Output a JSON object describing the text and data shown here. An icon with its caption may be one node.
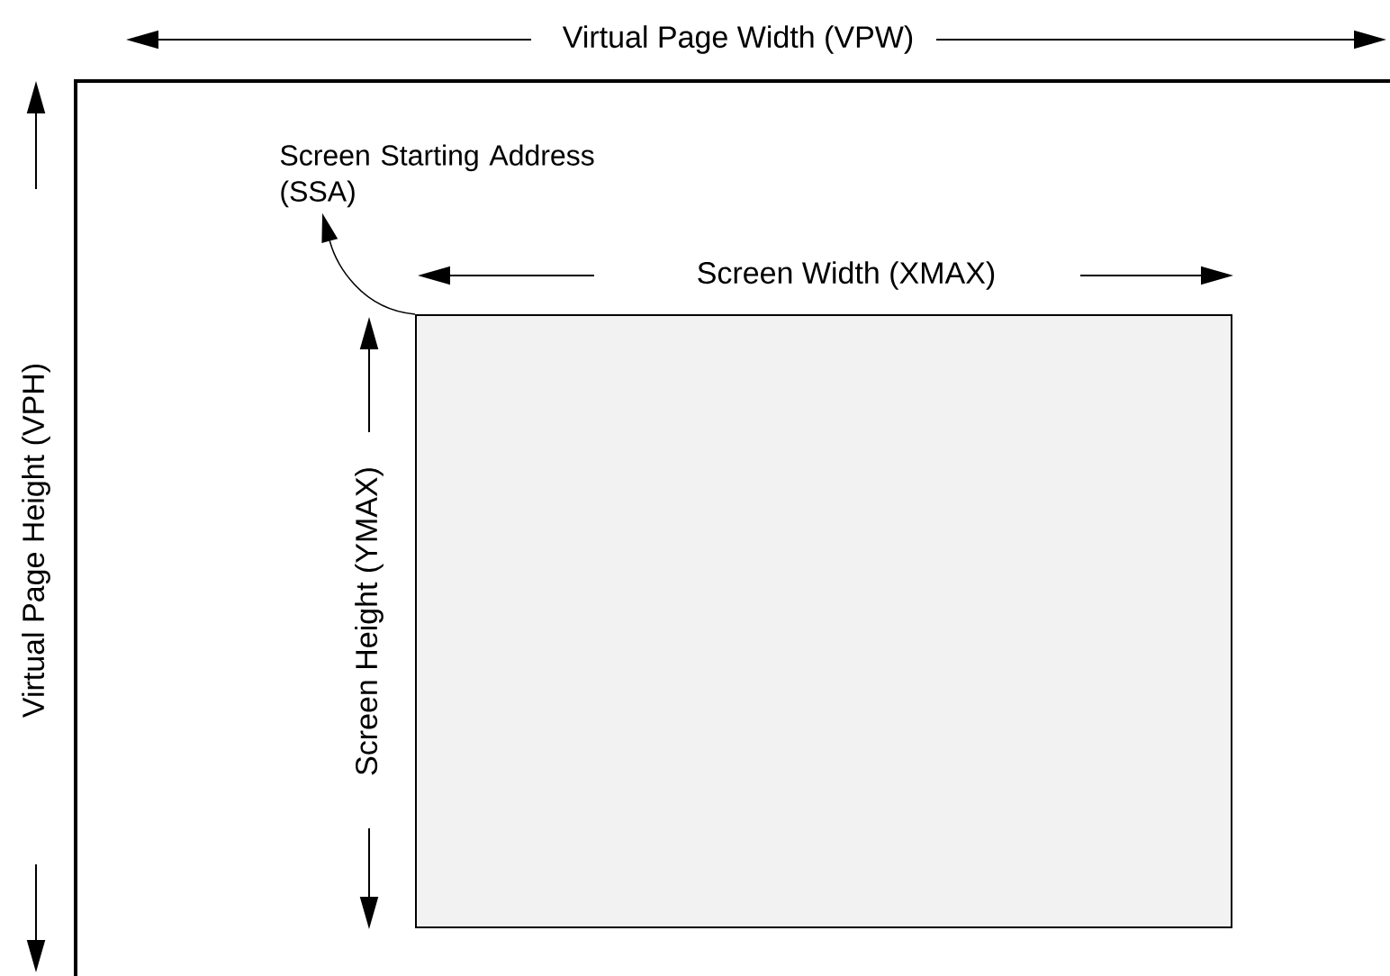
{
  "diagram": {
    "nodes": [
      {
        "text": [],
        "shape": "box"
      },
      {
        "text": [],
        "shape": "box",
        "in": 0
      },
      {
        "text": [
          "Screen Starting Address (SSA)"
        ],
        "in": 0
      }
    ],
    "edges": [
      {
        "from": 1,
        "to": 2,
        "arrow": "to"
      }
    ],
    "labels": [
      "Virtual Page Width (VPW)",
      "Virtual Page Height (VPH)",
      "Screen Width (XMAX)",
      "Screen Height (YMAX)"
    ]
  }
}
